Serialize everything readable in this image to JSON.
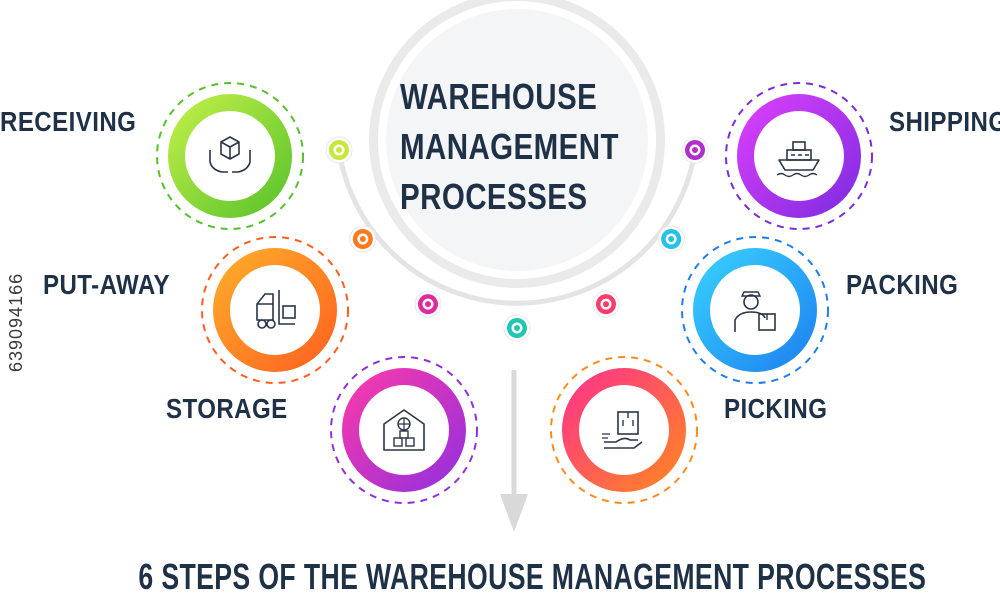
{
  "center": {
    "title_lines": [
      "WAREHOUSE",
      "MANAGEMENT",
      "PROCESSES"
    ]
  },
  "steps": [
    {
      "label": "RECEIVING",
      "icon": "hands-box-icon",
      "colors": [
        "#c6f14a",
        "#55c12a"
      ]
    },
    {
      "label": "PUT-AWAY",
      "icon": "forklift-icon",
      "colors": [
        "#ffb02b",
        "#ff5e1f"
      ]
    },
    {
      "label": "STORAGE",
      "icon": "warehouse-icon",
      "colors": [
        "#ff3aa8",
        "#8f2fe0"
      ]
    },
    {
      "label": "PICKING",
      "icon": "hand-box-icon",
      "colors": [
        "#ff2f8f",
        "#ff8a1e"
      ]
    },
    {
      "label": "PACKING",
      "icon": "delivery-worker-icon",
      "colors": [
        "#38d4ff",
        "#1d7ef0"
      ]
    },
    {
      "label": "SHIPPING",
      "icon": "ship-icon",
      "colors": [
        "#e040fb",
        "#7a2be0"
      ]
    }
  ],
  "connector_colors": [
    "#c6e83a",
    "#ff7a1e",
    "#e02aa0",
    "#1fc7b2",
    "#ff3b6e",
    "#25c2e8",
    "#b02ec9"
  ],
  "footer": {
    "title": "6 STEPS OF THE WAREHOUSE MANAGEMENT PROCESSES"
  },
  "watermark": {
    "text": "639094166"
  }
}
